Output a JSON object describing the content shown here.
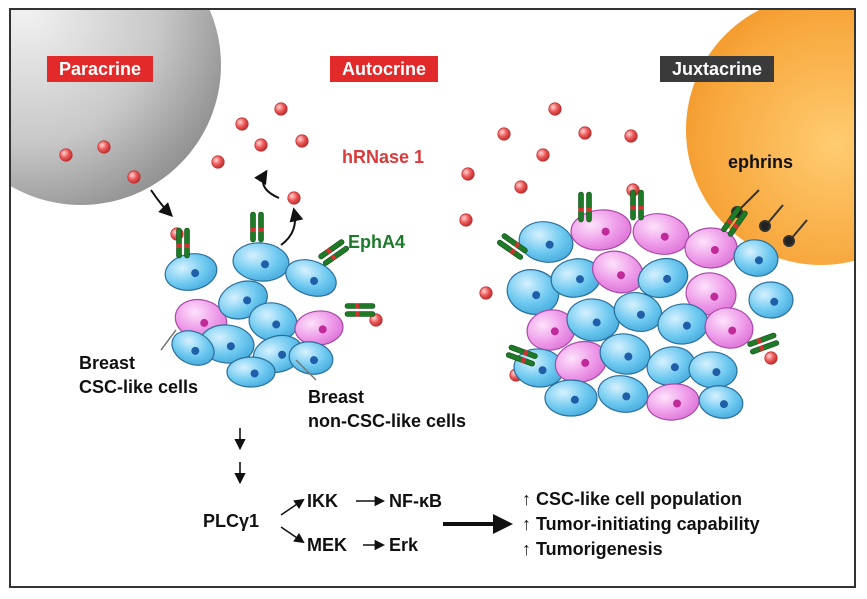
{
  "mechanisms": {
    "paracrine": "Paracrine",
    "autocrine": "Autocrine",
    "juxtacrine": "Juxtacrine"
  },
  "ligands": {
    "hrnase1": "hRNase 1",
    "epha4": "EphA4",
    "ephrins": "ephrins"
  },
  "cells": {
    "csc_line1": "Breast",
    "csc_line2": "CSC-like cells",
    "noncsc_line1": "Breast",
    "noncsc_line2": "non-CSC-like cells"
  },
  "pathway": {
    "plcg1": "PLCγ1",
    "ikk": "IKK",
    "nfkb": "NF-κB",
    "mek": "MEK",
    "erk": "Erk"
  },
  "outcomes": [
    "↑ CSC-like cell population",
    "↑ Tumor-initiating capability",
    "↑ Tumorigenesis"
  ],
  "colors": {
    "paracrine_tag": "#e32a2a",
    "autocrine_tag": "#e32a2a",
    "juxtacrine_tag": "#3a3a3a",
    "hrnase_text": "#d83b3b",
    "epha4_text": "#1c7a2a",
    "csc_cell": "#e98ce6",
    "noncsc_cell": "#4fb7e8",
    "receptor": "#1f7a28",
    "ligand_dot": "#e85050"
  },
  "icons": [
    "paracrine-cell",
    "juxtacrine-cell",
    "hrnase1-ligand",
    "epha4-receptor",
    "ephrin-ligand"
  ]
}
